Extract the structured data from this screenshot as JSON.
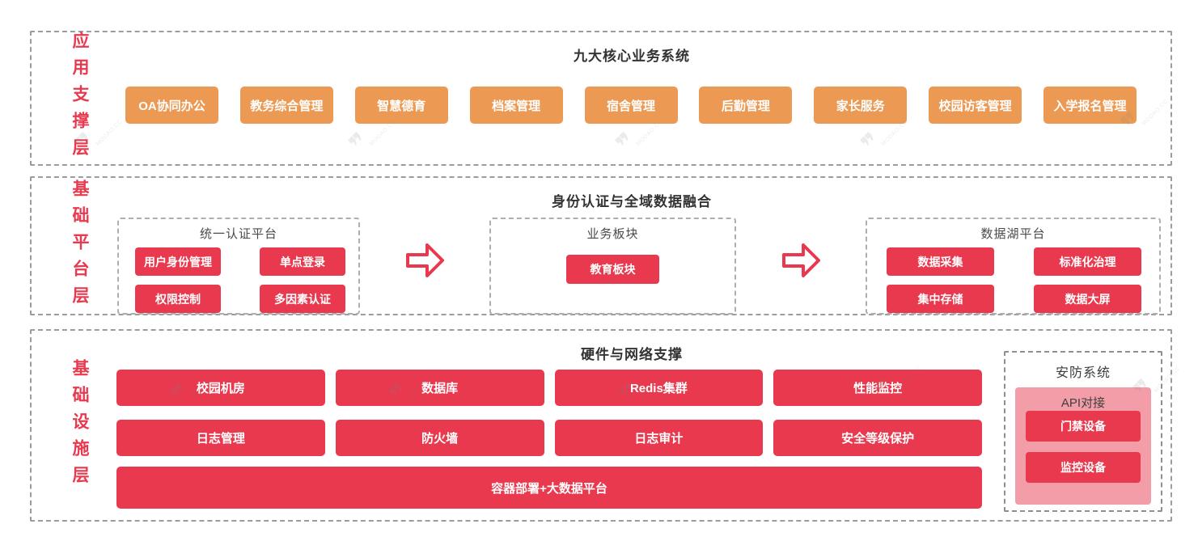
{
  "watermark": {
    "logo": "❜❜",
    "caption": "MODAO.CC"
  },
  "colors": {
    "red": "#e8394e",
    "orange": "#ec9a53",
    "pink": "#f29da7",
    "label_red": "#e8394e"
  },
  "layers": {
    "app": {
      "label": "应用支撑层",
      "title": "九大核心业务系统",
      "buttons": [
        "OA协同办公",
        "教务综合管理",
        "智慧德育",
        "档案管理",
        "宿舍管理",
        "后勤管理",
        "家长服务",
        "校园访客管理",
        "入学报名管理"
      ]
    },
    "platform": {
      "label": "基础平台层",
      "title": "身份认证与全域数据融合",
      "auth": {
        "title": "统一认证平台",
        "buttons": [
          "用户身份管理",
          "单点登录",
          "权限控制",
          "多因素认证"
        ]
      },
      "biz": {
        "title": "业务板块",
        "buttons": [
          "教育板块"
        ]
      },
      "lake": {
        "title": "数据湖平台",
        "buttons": [
          "数据采集",
          "标准化治理",
          "集中存储",
          "数据大屏"
        ]
      }
    },
    "infra": {
      "label": "基础设施层",
      "title": "硬件与网络支撑",
      "grid": [
        "校园机房",
        "数据库",
        "Redis集群",
        "性能监控",
        "日志管理",
        "防火墙",
        "日志审计",
        "安全等级保护"
      ],
      "wide": "容器部署+大数据平台",
      "security": {
        "title": "安防系统",
        "subtitle": "API对接",
        "buttons": [
          "门禁设备",
          "监控设备"
        ]
      }
    }
  }
}
